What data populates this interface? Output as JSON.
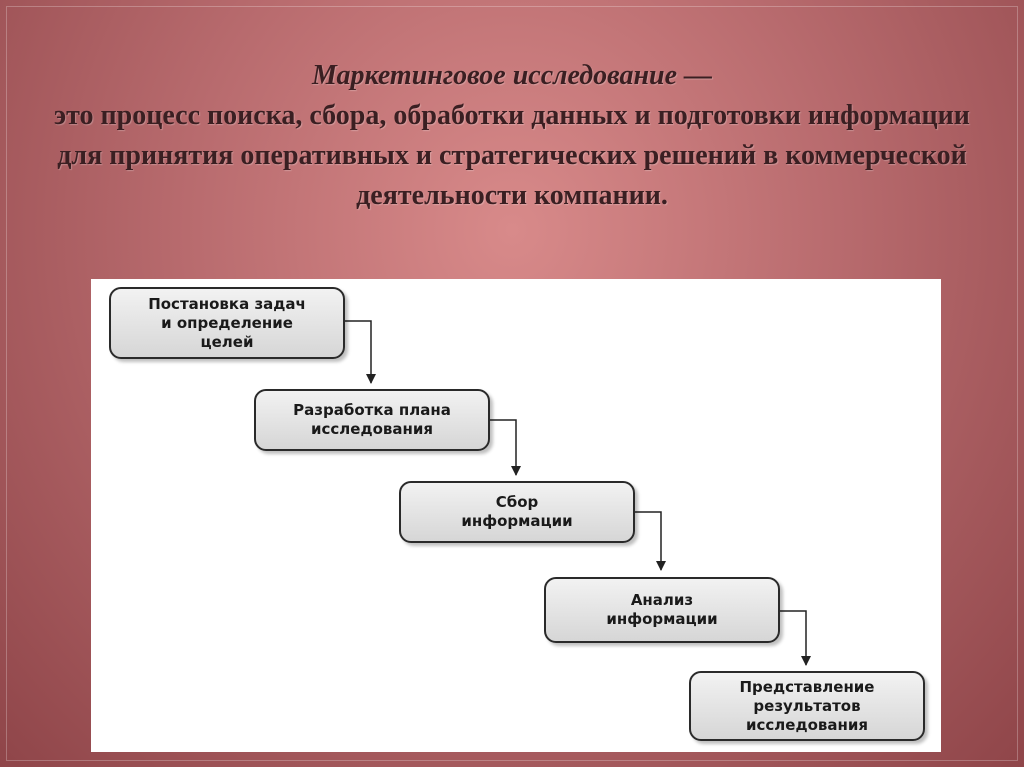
{
  "title": {
    "term": "Маркетинговое исследование —",
    "definition": "это процесс поиска, сбора, обработки данных и подготовки информации для принятия оперативных и стратегических решений в коммерческой деятельности компании."
  },
  "diagram": {
    "steps": [
      {
        "label": "Постановка задач\nи определение\nцелей"
      },
      {
        "label": "Разработка плана\nисследования"
      },
      {
        "label": "Сбор\nинформации"
      },
      {
        "label": "Анализ\nинформации"
      },
      {
        "label": "Представление\nрезультатов\nисследования"
      }
    ]
  }
}
